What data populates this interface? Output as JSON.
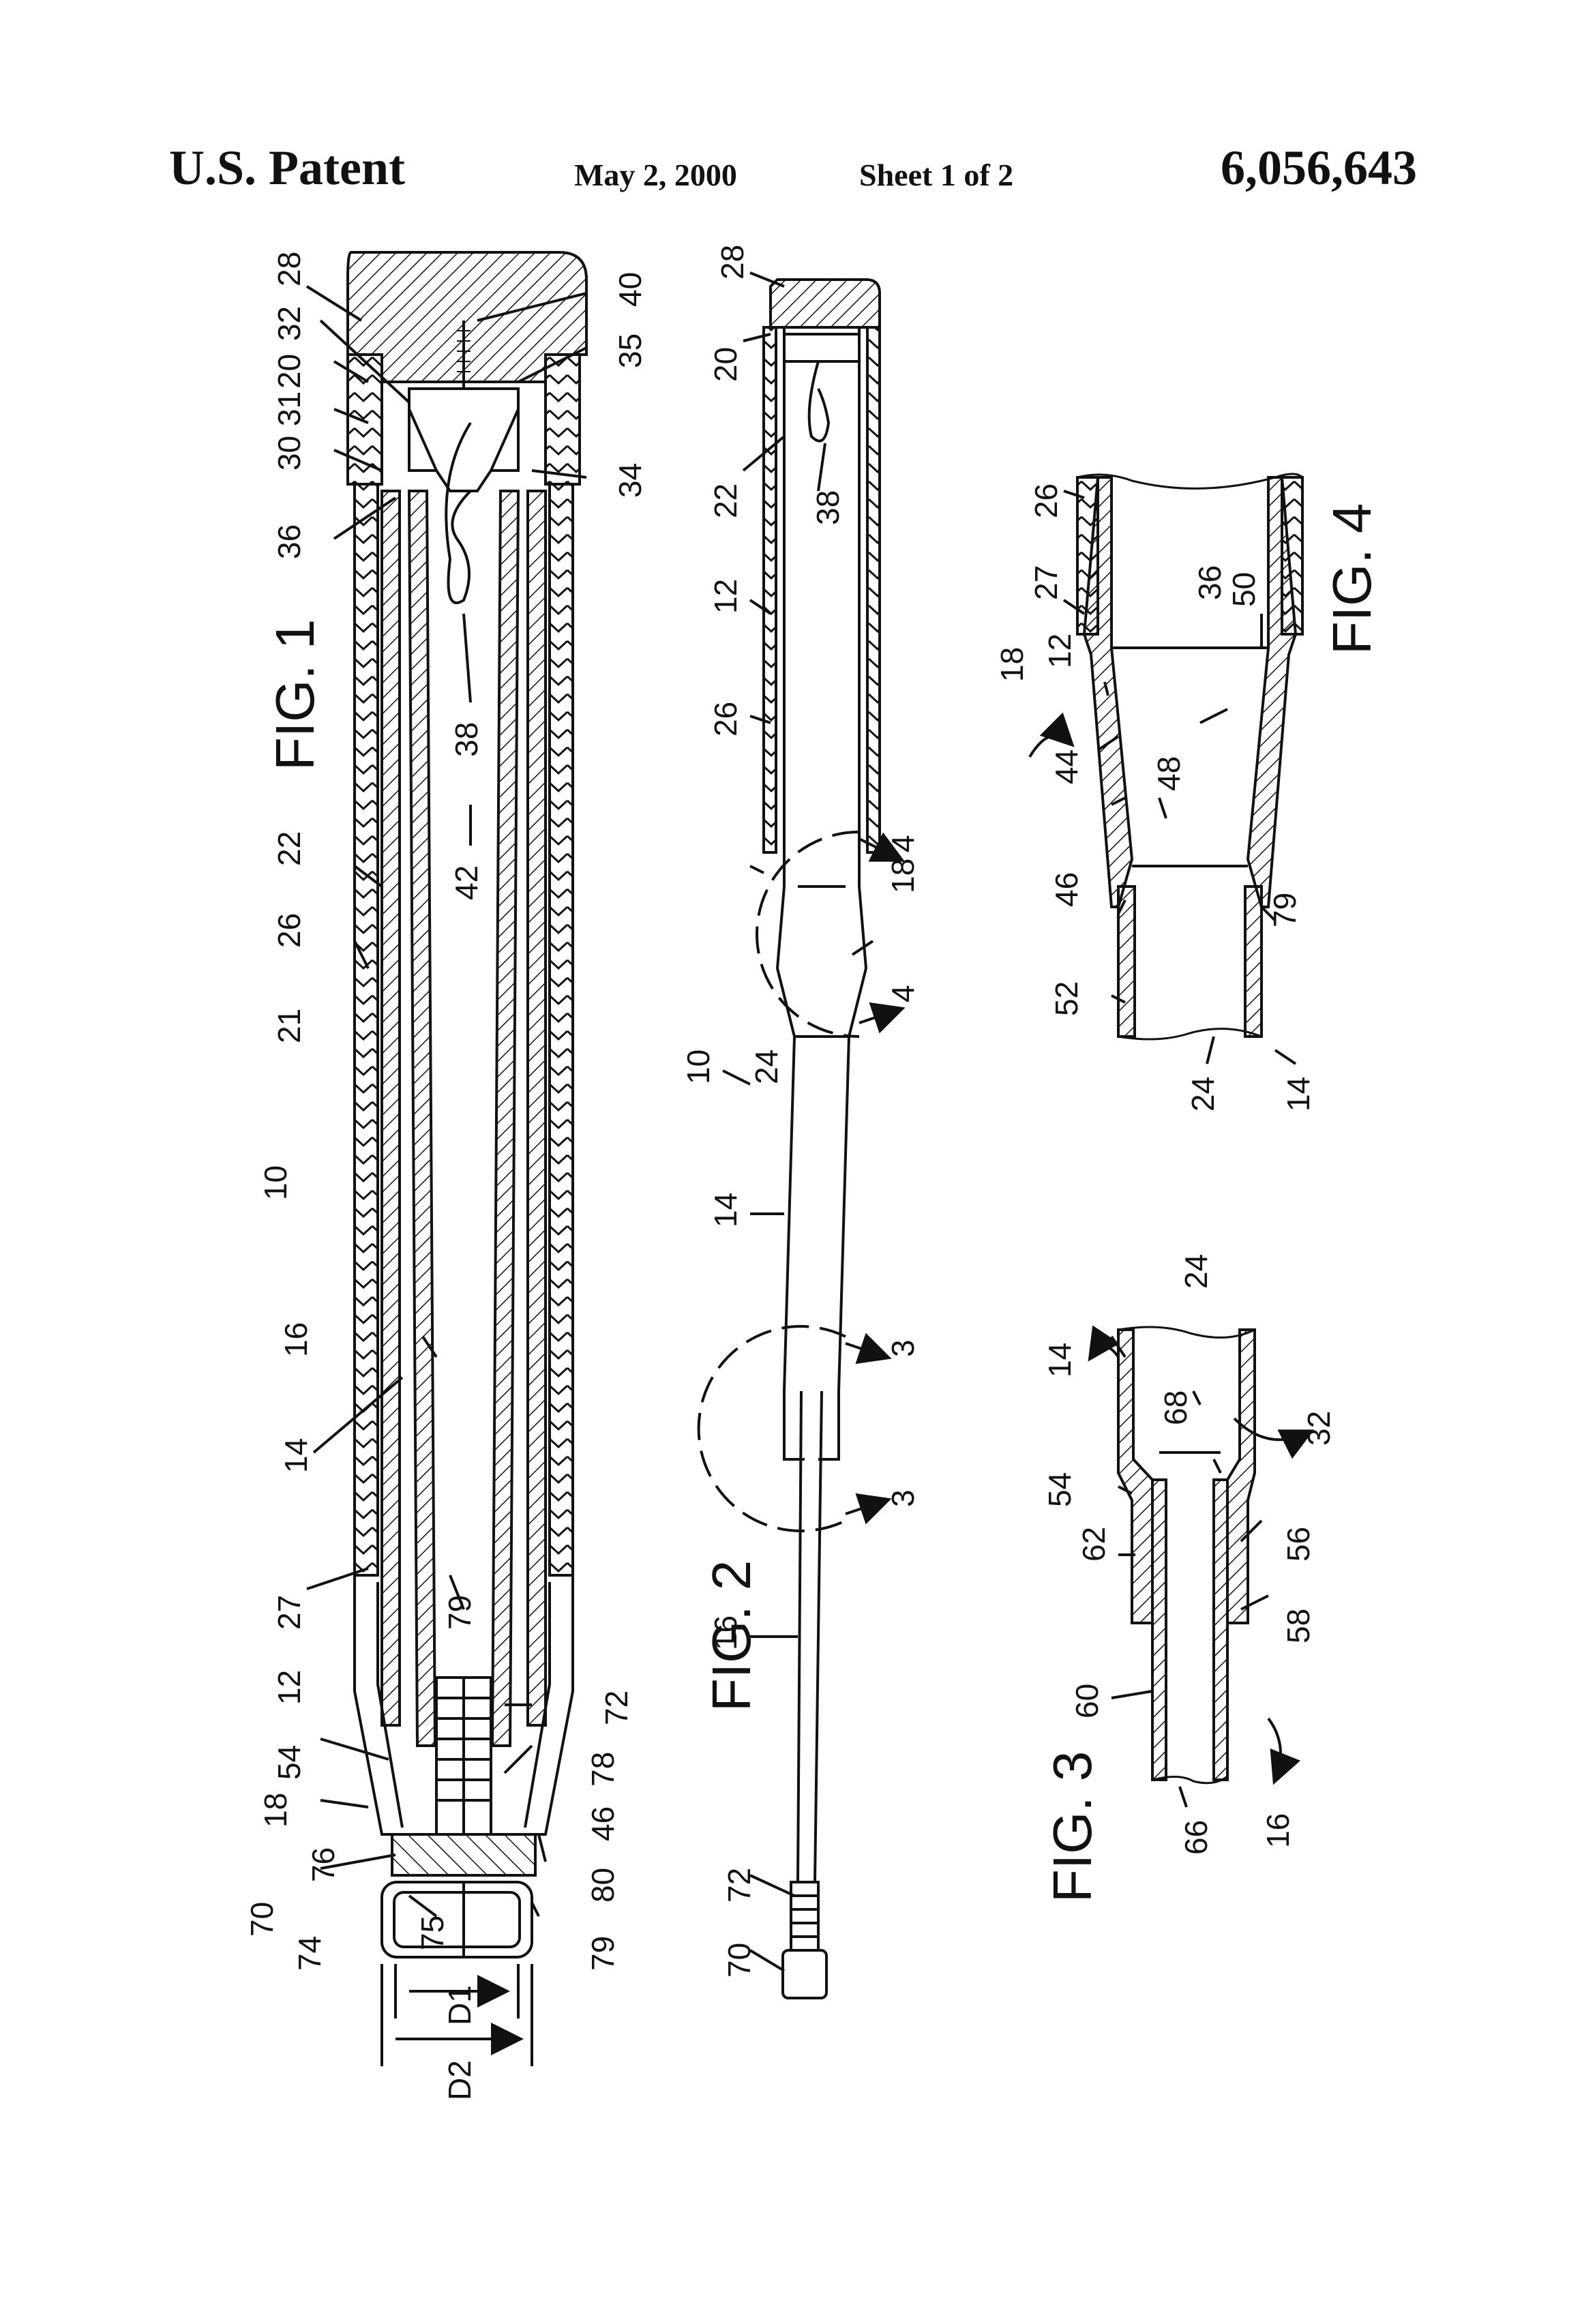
{
  "header": {
    "patent": "U.S. Patent",
    "date": "May 2, 2000",
    "sheet": "Sheet 1 of 2",
    "number": "6,056,643"
  },
  "figures": {
    "fig1": "FIG. 1",
    "fig2": "FIG. 2",
    "fig3": "FIG. 3",
    "fig4": "FIG. 4"
  },
  "fig1_refs": {
    "r28": "28",
    "r32": "32",
    "r20": "20",
    "r31": "31",
    "r30": "30",
    "r36": "36",
    "r40": "40",
    "r35": "35",
    "r34": "34",
    "r38": "38",
    "r42": "42",
    "r22": "22",
    "r26": "26",
    "r21": "21",
    "r10": "10",
    "r16": "16",
    "r14": "14",
    "r27": "27",
    "r12": "12",
    "r79a": "79",
    "r72": "72",
    "r54": "54",
    "r78": "78",
    "r18": "18",
    "r46": "46",
    "r76": "76",
    "r80": "80",
    "r70": "70",
    "r75": "75",
    "r74": "74",
    "r79b": "79",
    "d1": "D1",
    "d2": "D2"
  },
  "fig2_refs": {
    "r28": "28",
    "r20": "20",
    "r22": "22",
    "r38": "38",
    "r12": "12",
    "r26": "26",
    "r4a": "4",
    "r18": "18",
    "r4b": "4",
    "r10": "10",
    "r24": "24",
    "r14": "14",
    "r3a": "3",
    "r3b": "3",
    "r16": "16",
    "r72": "72",
    "r70": "70"
  },
  "fig3_refs": {
    "r24": "24",
    "r14": "14",
    "r68": "68",
    "r32": "32",
    "r54": "54",
    "r62": "62",
    "r56": "56",
    "r58": "58",
    "r60": "60",
    "r66": "66",
    "r16": "16"
  },
  "fig4_refs": {
    "r26": "26",
    "r27": "27",
    "r36": "36",
    "r50": "50",
    "r18": "18",
    "r12": "12",
    "r44": "44",
    "r48": "48",
    "r46": "46",
    "r79": "79",
    "r52": "52",
    "r24": "24",
    "r14": "14"
  }
}
